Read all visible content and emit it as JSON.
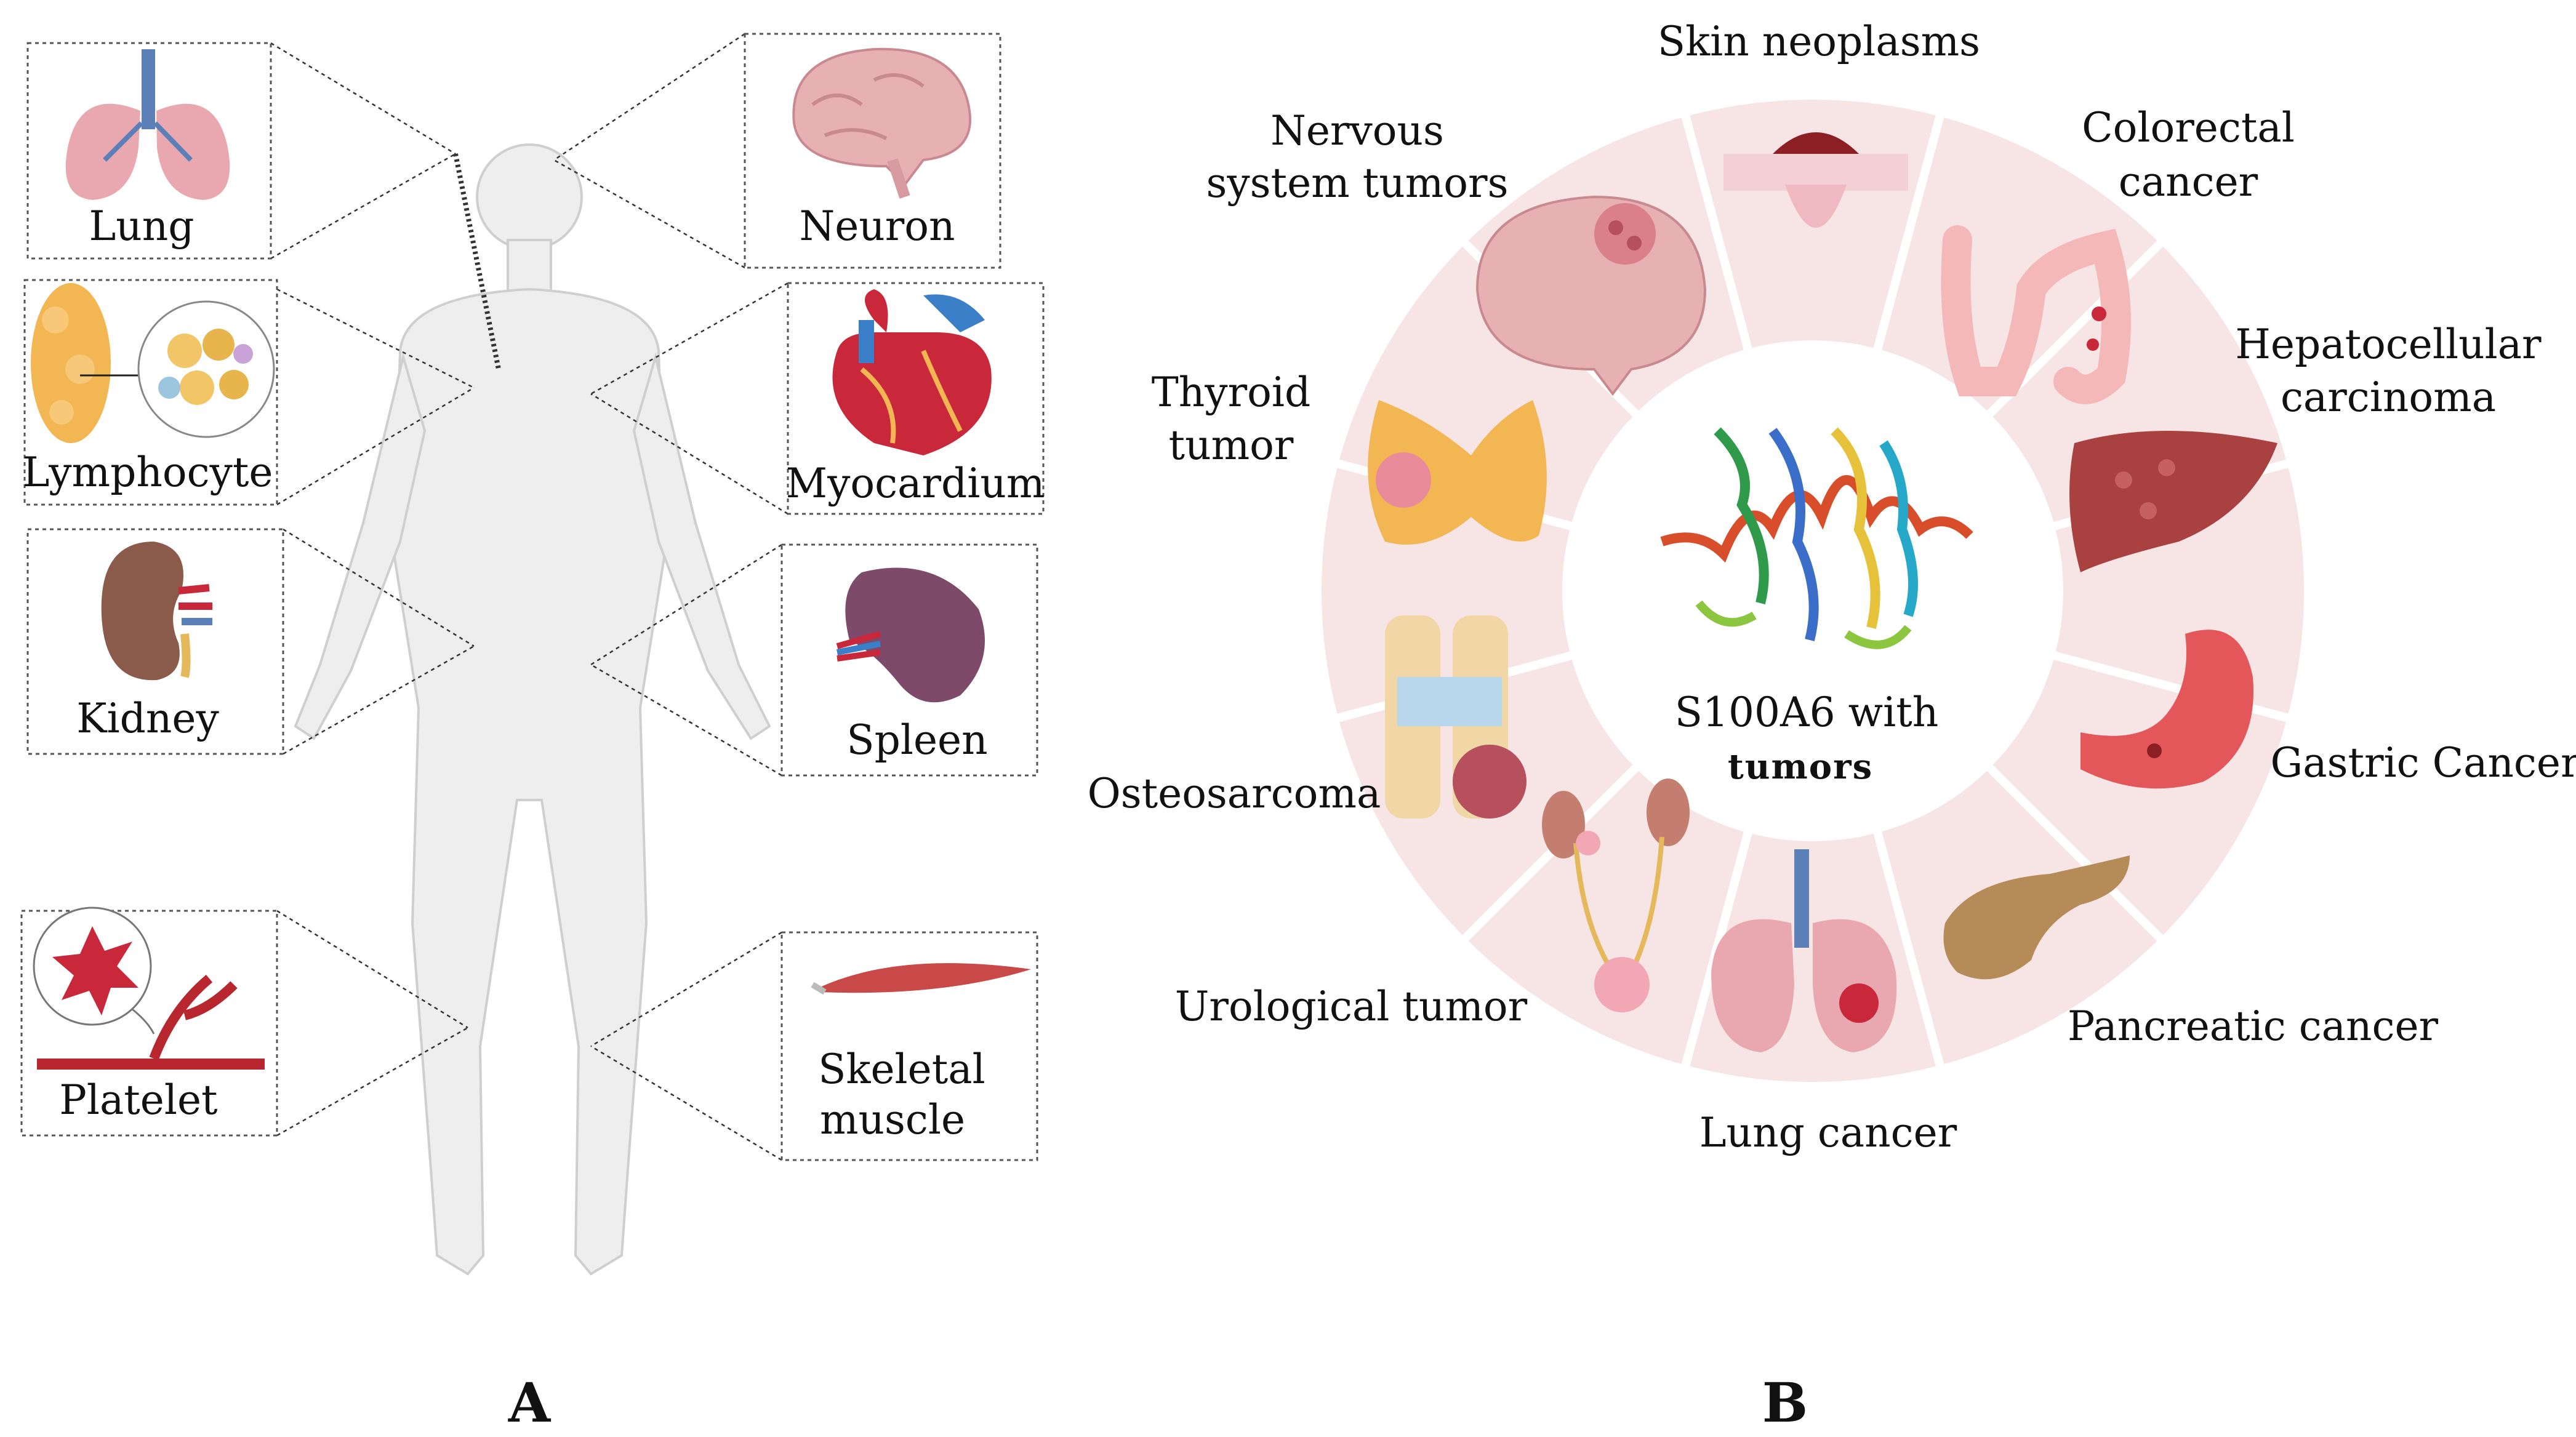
{
  "panel_a": {
    "label": "A",
    "organs": {
      "lung": "Lung",
      "neuron": "Neuron",
      "lymphocyte": "Lymphocyte",
      "myocardium": "Myocardium",
      "kidney": "Kidney",
      "spleen": "Spleen",
      "platelet": "Platelet",
      "skeletal_muscle_line1": "Skeletal",
      "skeletal_muscle_line2": "muscle"
    }
  },
  "panel_b": {
    "label": "B",
    "center_line1": "S100A6 with",
    "center_line2": "tumors",
    "tumors": {
      "skin": "Skin neoplasms",
      "colorectal_line1": "Colorectal",
      "colorectal_line2": "cancer",
      "hepatocellular_line1": "Hepatocellular",
      "hepatocellular_line2": "carcinoma",
      "gastric": "Gastric Cancer",
      "pancreatic": "Pancreatic cancer",
      "lung": "Lung cancer",
      "urological": "Urological tumor",
      "osteosarcoma": "Osteosarcoma",
      "thyroid_line1": "Thyroid",
      "thyroid_line2": "tumor",
      "nervous_line1": "Nervous",
      "nervous_line2": "system tumors"
    }
  },
  "colors": {
    "ring_pink": "#f7e4e4",
    "tissue_pink": "#e8a9ad",
    "tissue_red": "#c8283a",
    "tissue_orange": "#f2b653",
    "tissue_brown": "#8c3b3b",
    "muscle_red": "#c94848",
    "body_gray": "#eeeeee"
  }
}
